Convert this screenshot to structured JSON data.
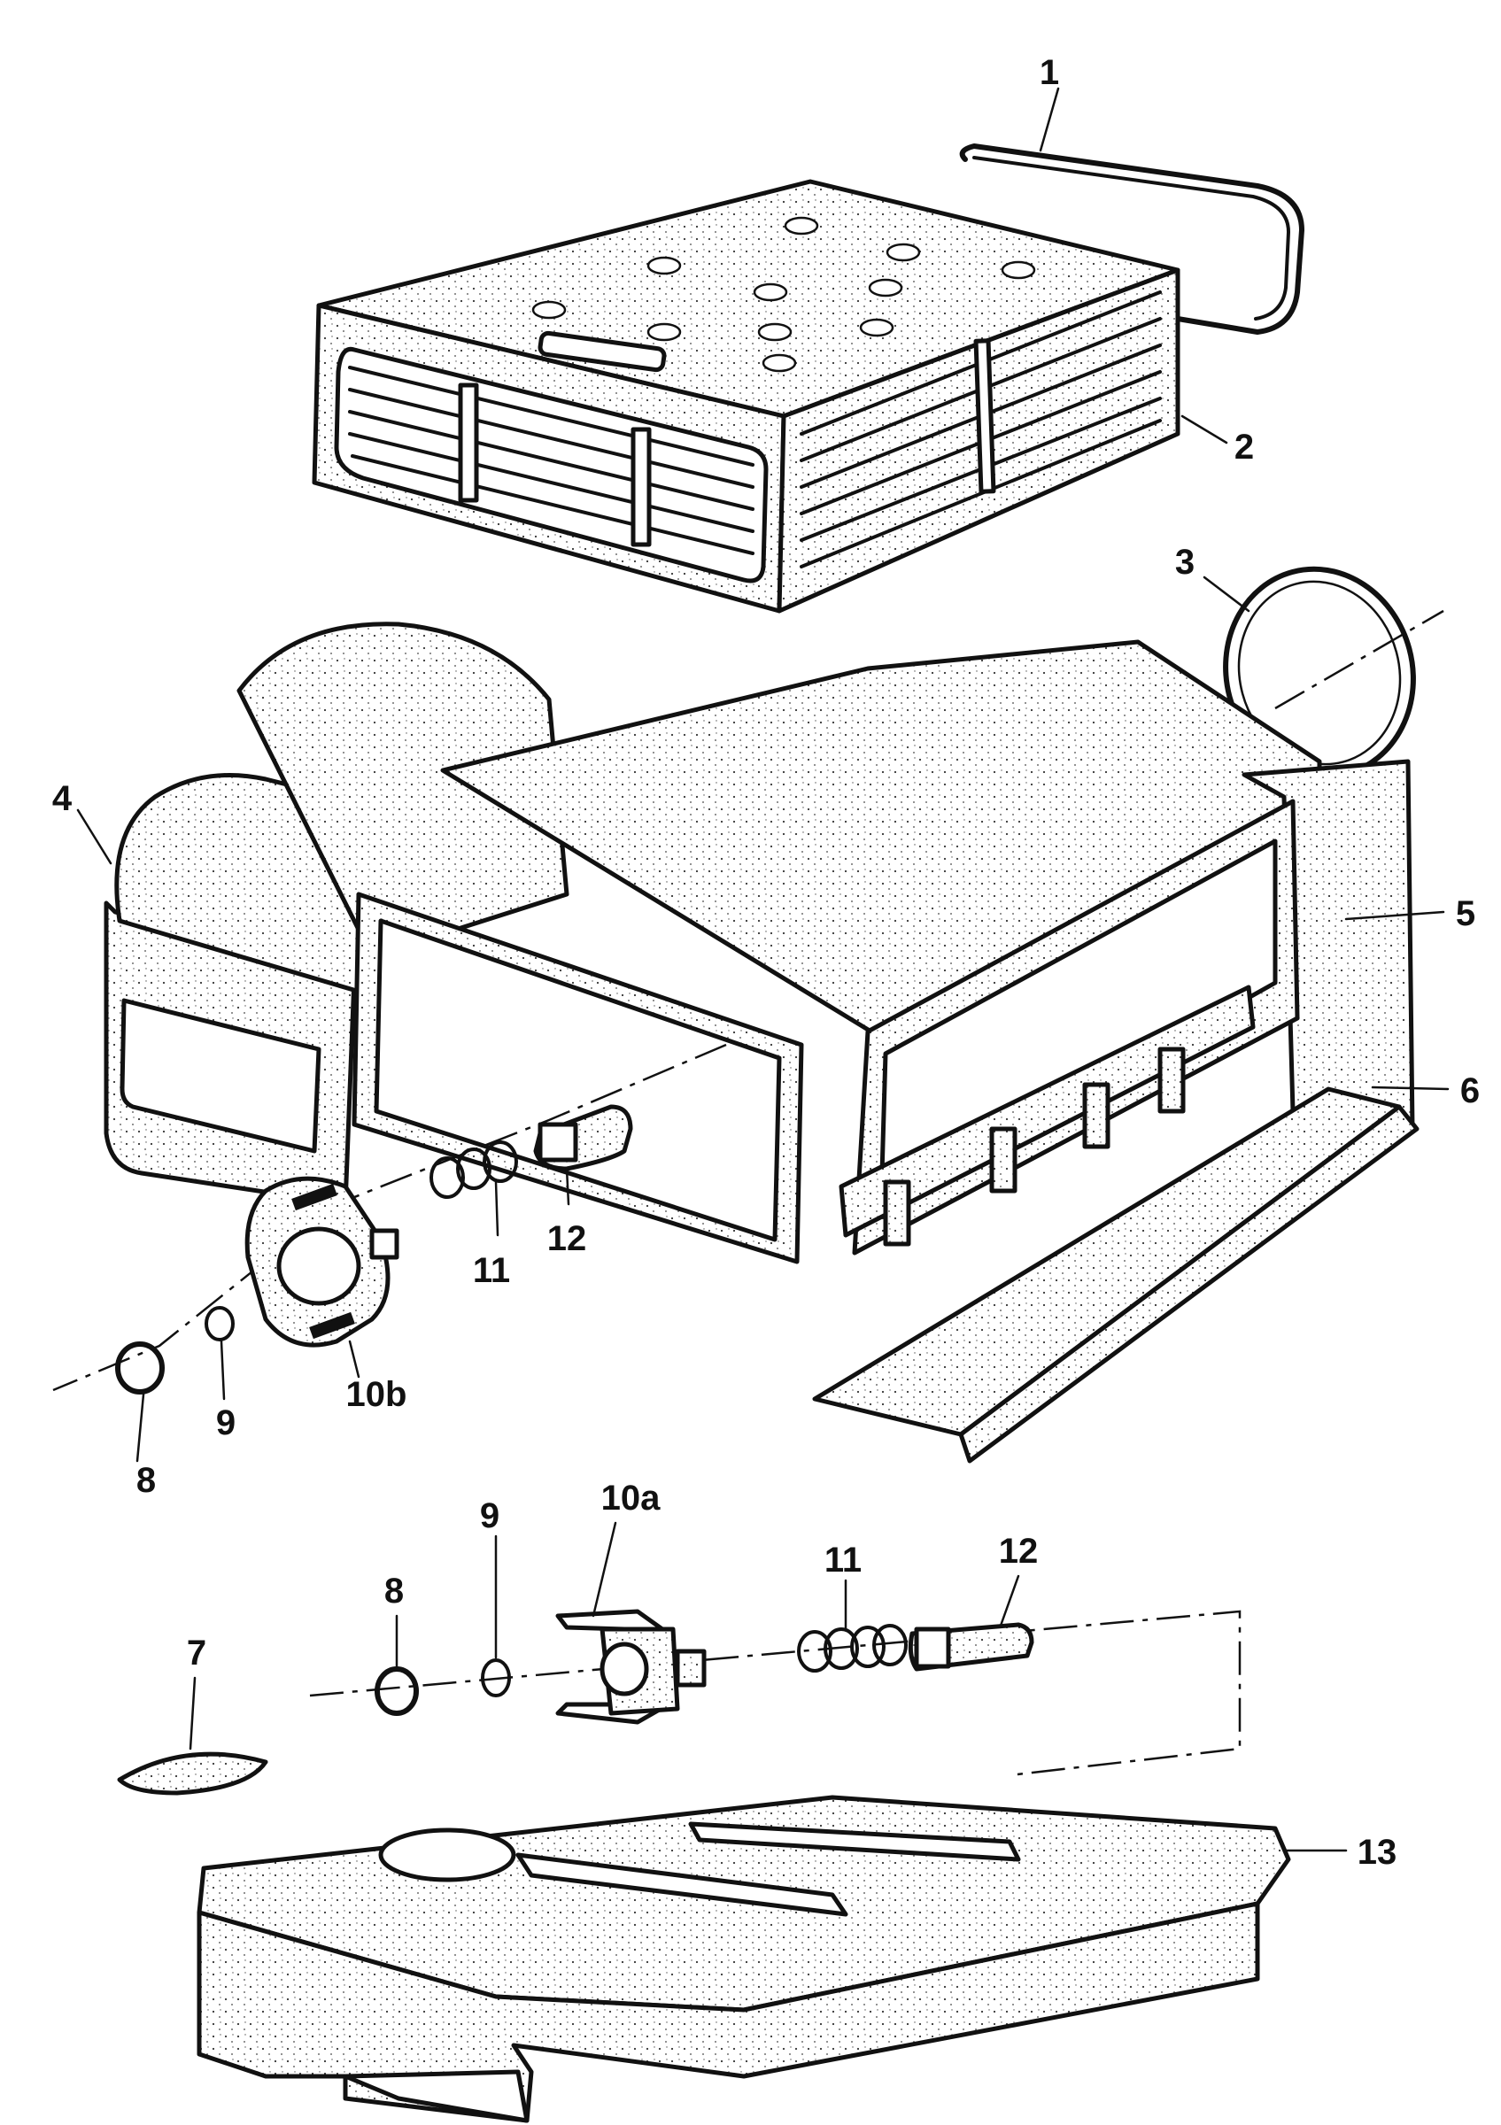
{
  "callouts": [
    {
      "id": "1",
      "text": "1"
    },
    {
      "id": "2",
      "text": "2"
    },
    {
      "id": "3",
      "text": "3"
    },
    {
      "id": "4",
      "text": "4"
    },
    {
      "id": "5",
      "text": "5"
    },
    {
      "id": "6",
      "text": "6"
    },
    {
      "id": "7",
      "text": "7"
    },
    {
      "id": "8a",
      "text": "8"
    },
    {
      "id": "9a",
      "text": "9"
    },
    {
      "id": "10b",
      "text": "10b"
    },
    {
      "id": "11a",
      "text": "11"
    },
    {
      "id": "12a",
      "text": "12"
    },
    {
      "id": "8b",
      "text": "8"
    },
    {
      "id": "9b",
      "text": "9"
    },
    {
      "id": "10a",
      "text": "10a"
    },
    {
      "id": "11b",
      "text": "11"
    },
    {
      "id": "12b",
      "text": "12"
    },
    {
      "id": "13",
      "text": "13"
    }
  ]
}
